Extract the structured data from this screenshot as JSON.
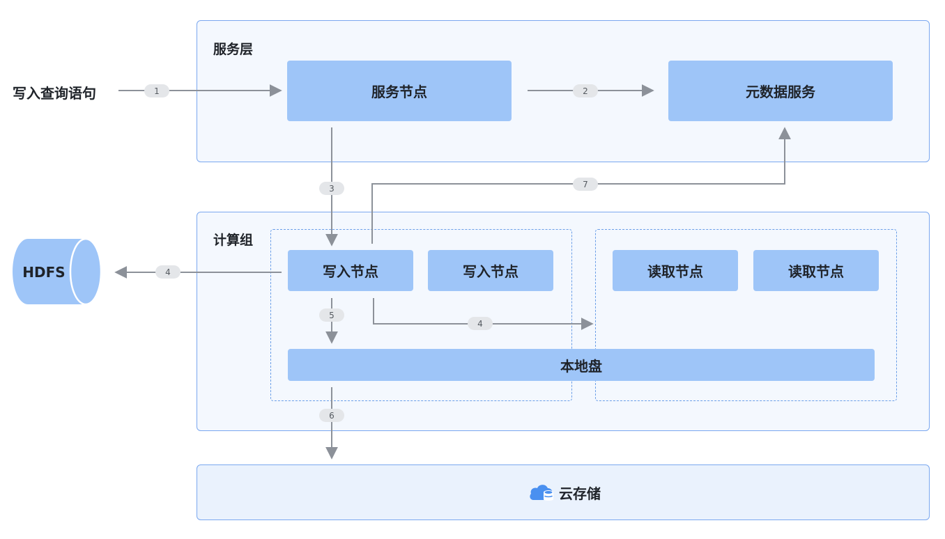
{
  "input_label": "写入查询语句",
  "service_layer": {
    "title": "服务层",
    "service_node": "服务节点",
    "metadata_service": "元数据服务"
  },
  "compute_group": {
    "title": "计算组",
    "write_node_1": "写入节点",
    "write_node_2": "写入节点",
    "read_node_1": "读取节点",
    "read_node_2": "读取节点",
    "local_disk": "本地盘"
  },
  "hdfs": {
    "label": "HDFS"
  },
  "cloud_storage": {
    "label": "云存储",
    "icon": "cloud-database-icon"
  },
  "steps": {
    "s1": "1",
    "s2": "2",
    "s3": "3",
    "s4a": "4",
    "s4b": "4",
    "s5": "5",
    "s6": "6",
    "s7": "7"
  },
  "colors": {
    "panel_bg": "#f4f8fe",
    "panel_border": "#7aa7ef",
    "node_fill": "#9ec5f8",
    "arrow": "#8c9199",
    "badge": "#e4e6e9"
  }
}
